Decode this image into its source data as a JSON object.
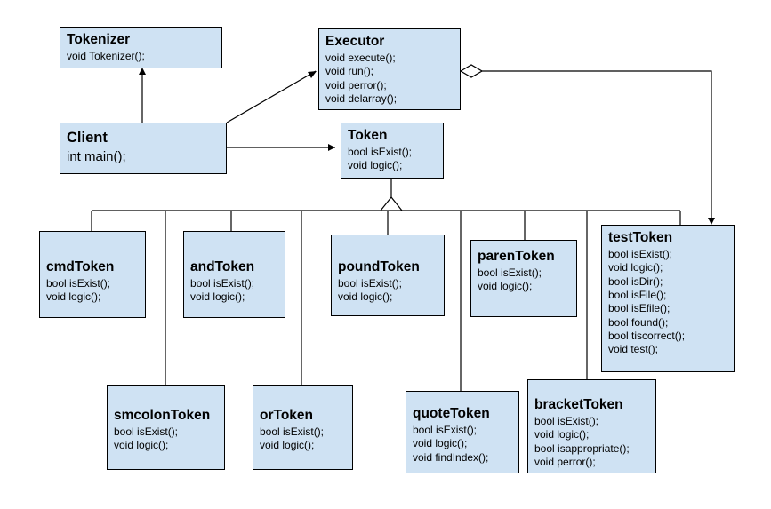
{
  "classes": {
    "tokenizer": {
      "name": "Tokenizer",
      "methods": [
        "void Tokenizer();"
      ]
    },
    "executor": {
      "name": "Executor",
      "methods": [
        "void execute();",
        "void run();",
        "void perror();",
        "void delarray();"
      ]
    },
    "client": {
      "name": "Client",
      "methods": [
        "int main();"
      ]
    },
    "token": {
      "name": "Token",
      "methods": [
        "bool isExist();",
        "void logic();"
      ]
    },
    "cmdToken": {
      "name": "cmdToken",
      "methods": [
        "bool isExist();",
        "void logic();"
      ]
    },
    "andToken": {
      "name": "andToken",
      "methods": [
        "bool isExist();",
        "void logic();"
      ]
    },
    "poundToken": {
      "name": "poundToken",
      "methods": [
        "bool isExist();",
        "void logic();"
      ]
    },
    "parenToken": {
      "name": "parenToken",
      "methods": [
        "bool isExist();",
        "void logic();"
      ]
    },
    "testToken": {
      "name": "testToken",
      "methods": [
        "bool isExist();",
        "void logic();",
        "bool isDir();",
        "bool isFile();",
        "bool isEfile();",
        "bool found();",
        "bool tiscorrect();",
        "void test();"
      ]
    },
    "smcolonToken": {
      "name": "smcolonToken",
      "methods": [
        "bool isExist();",
        "void logic();"
      ]
    },
    "orToken": {
      "name": "orToken",
      "methods": [
        "bool isExist();",
        "void logic();"
      ]
    },
    "quoteToken": {
      "name": "quoteToken",
      "methods": [
        "bool isExist();",
        "void logic();",
        "void findIndex();"
      ]
    },
    "bracketToken": {
      "name": "bracketToken",
      "methods": [
        "bool isExist();",
        "void logic();",
        "bool isappropriate();",
        "void perror();"
      ]
    }
  },
  "colors": {
    "box_fill": "#cfe2f3",
    "line": "#000000"
  }
}
